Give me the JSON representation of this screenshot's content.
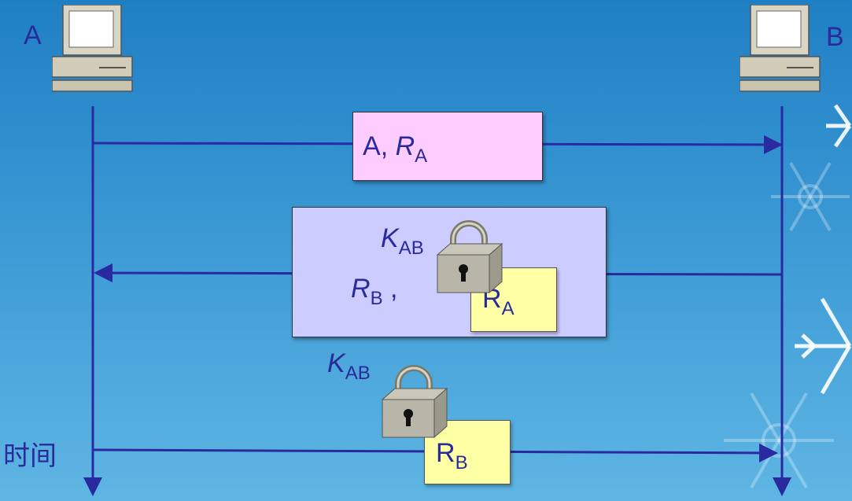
{
  "hosts": {
    "left": "A",
    "right": "B"
  },
  "time_label": "时间",
  "msg1": {
    "sender": "A",
    "sep": ",",
    "nonce": "R",
    "nonce_sub": "A"
  },
  "msg2": {
    "key": "K",
    "key_sub": "AB",
    "nonce": "R",
    "nonce_sub": "B",
    "sep": ",",
    "inner": "R",
    "inner_sub": "A"
  },
  "msg3": {
    "key": "K",
    "key_sub": "AB",
    "inner": "R",
    "inner_sub": "B"
  },
  "icons": {
    "host": "computer-icon",
    "lock": "padlock-icon"
  },
  "colors": {
    "line": "#2a2aa0",
    "msg1_box": "#ffccff",
    "msg2_box": "#ccccff",
    "payload": "#ffffa6",
    "label": "#2a2a9a"
  }
}
